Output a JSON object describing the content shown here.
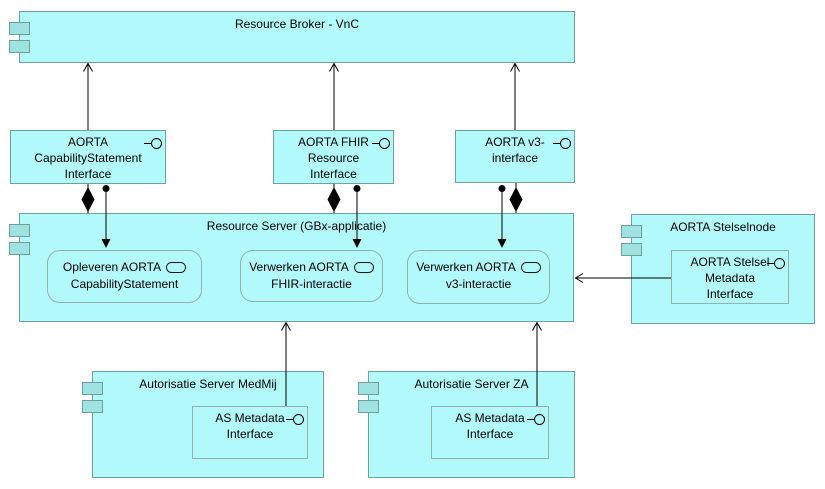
{
  "colors": {
    "background": "#ffffff",
    "element_fill": "#b3fbfb",
    "element_border": "#6f9f9f",
    "tab_fill": "#9fe2e2",
    "inner_border": "#8fb2b2",
    "line": "#000000"
  },
  "icons": {
    "component": "component-tabs-icon (two small rectangles on left edge)",
    "interface": "lollipop-icon (dash + circle)",
    "application_service": "rounded-pill-icon"
  },
  "components": {
    "broker": {
      "title": "Resource Broker - VnC"
    },
    "server": {
      "title": "Resource Server (GBx-applicatie)"
    },
    "stelselnode": {
      "title": "AORTA Stelselnode"
    },
    "medmij": {
      "title": "Autorisatie Server MedMij"
    },
    "za": {
      "title": "Autorisatie Server ZA"
    }
  },
  "interfaces": {
    "capability": {
      "lines": [
        "AORTA",
        "CapabilityStatement",
        "Interface"
      ]
    },
    "fhir": {
      "lines": [
        "AORTA FHIR",
        "Resource",
        "Interface"
      ]
    },
    "v3": {
      "lines": [
        "AORTA v3-",
        "interface"
      ]
    },
    "stelsel": {
      "lines": [
        "AORTA Stelsel",
        "Metadata",
        "Interface"
      ]
    },
    "as_medmij": {
      "lines": [
        "AS Metadata",
        "Interface"
      ]
    },
    "as_za": {
      "lines": [
        "AS Metadata",
        "Interface"
      ]
    }
  },
  "services": {
    "opleveren": {
      "lines": [
        "Opleveren AORTA",
        "CapabilityStatement"
      ]
    },
    "fhir": {
      "lines": [
        "Verwerken AORTA",
        "FHIR-interactie"
      ]
    },
    "v3": {
      "lines": [
        "Verwerken AORTA",
        "v3-interactie"
      ]
    }
  },
  "relationships": [
    {
      "type": "serving-arrow",
      "from": "AORTA CapabilityStatement Interface",
      "to": "Resource Broker - VnC"
    },
    {
      "type": "serving-arrow",
      "from": "AORTA FHIR Resource Interface",
      "to": "Resource Broker - VnC"
    },
    {
      "type": "serving-arrow",
      "from": "AORTA v3-interface",
      "to": "Resource Broker - VnC"
    },
    {
      "type": "composition-diamond",
      "from": "Resource Server (GBx-applicatie)",
      "to": "AORTA CapabilityStatement Interface"
    },
    {
      "type": "composition-diamond",
      "from": "Resource Server (GBx-applicatie)",
      "to": "AORTA FHIR Resource Interface"
    },
    {
      "type": "composition-diamond",
      "from": "Resource Server (GBx-applicatie)",
      "to": "AORTA v3-interface"
    },
    {
      "type": "assignment-ball-arrow",
      "from": "AORTA CapabilityStatement Interface",
      "to": "Opleveren AORTA CapabilityStatement"
    },
    {
      "type": "assignment-ball-arrow",
      "from": "AORTA FHIR Resource Interface",
      "to": "Verwerken AORTA FHIR-interactie"
    },
    {
      "type": "assignment-ball-arrow",
      "from": "AORTA v3-interface",
      "to": "Verwerken AORTA v3-interactie"
    },
    {
      "type": "serving-arrow",
      "from": "AS Metadata Interface (Autorisatie Server MedMij)",
      "to": "Resource Server (GBx-applicatie)"
    },
    {
      "type": "serving-arrow",
      "from": "AS Metadata Interface (Autorisatie Server ZA)",
      "to": "Resource Server (GBx-applicatie)"
    },
    {
      "type": "serving-arrow",
      "from": "AORTA Stelsel Metadata Interface",
      "to": "Resource Server (GBx-applicatie)"
    }
  ]
}
